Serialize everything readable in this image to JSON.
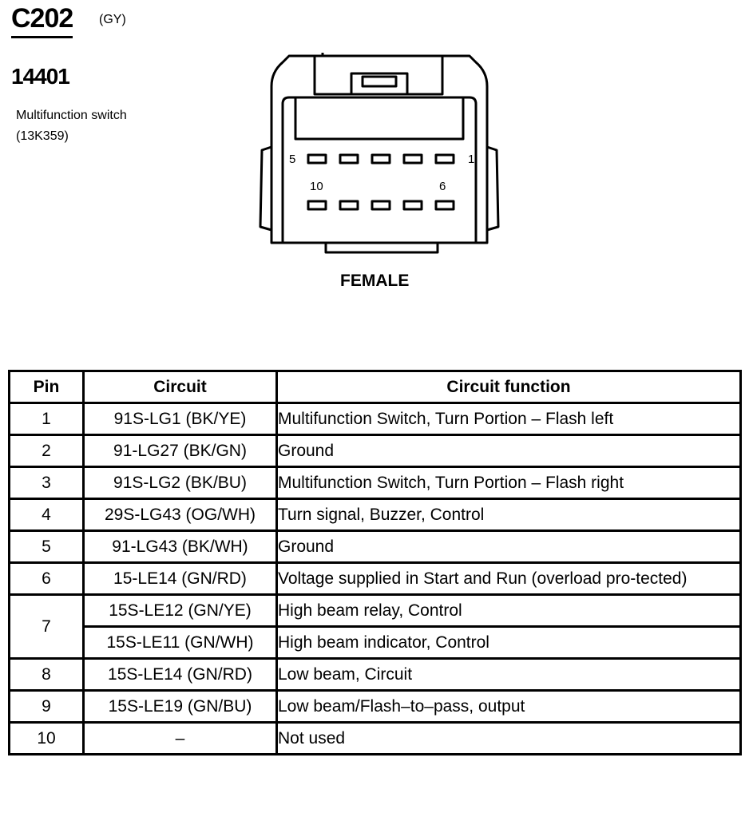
{
  "connector": {
    "id": "C202",
    "color_code": "(GY)",
    "part_number": "14401",
    "description": "Multifunction switch",
    "part_ref": "(13K359)",
    "gender": "FEMALE",
    "pin_labels": {
      "top_left": "5",
      "top_right": "1",
      "bottom_left": "10",
      "bottom_right": "6"
    }
  },
  "table": {
    "headers": {
      "pin": "Pin",
      "circuit": "Circuit",
      "function": "Circuit function"
    },
    "rows": [
      {
        "pin": "1",
        "circuit": "91S-LG1 (BK/YE)",
        "function": "Multifunction Switch, Turn Portion – Flash left"
      },
      {
        "pin": "2",
        "circuit": "91-LG27 (BK/GN)",
        "function": "Ground"
      },
      {
        "pin": "3",
        "circuit": "91S-LG2 (BK/BU)",
        "function": "Multifunction Switch, Turn Portion – Flash right"
      },
      {
        "pin": "4",
        "circuit": "29S-LG43 (OG/WH)",
        "function": "Turn signal, Buzzer, Control"
      },
      {
        "pin": "5",
        "circuit": "91-LG43 (BK/WH)",
        "function": "Ground"
      },
      {
        "pin": "6",
        "circuit": "15-LE14 (GN/RD)",
        "function": "Voltage supplied in Start and Run (overload pro-tected)"
      },
      {
        "pin": "7",
        "circuit": "15S-LE12 (GN/YE)",
        "function": "High beam relay, Control"
      },
      {
        "pin": "",
        "circuit": "15S-LE11 (GN/WH)",
        "function": "High beam indicator, Control"
      },
      {
        "pin": "8",
        "circuit": "15S-LE14 (GN/RD)",
        "function": "Low beam, Circuit"
      },
      {
        "pin": "9",
        "circuit": "15S-LE19 (GN/BU)",
        "function": "Low beam/Flash–to–pass, output"
      },
      {
        "pin": "10",
        "circuit": "–",
        "function": "Not used"
      }
    ]
  }
}
